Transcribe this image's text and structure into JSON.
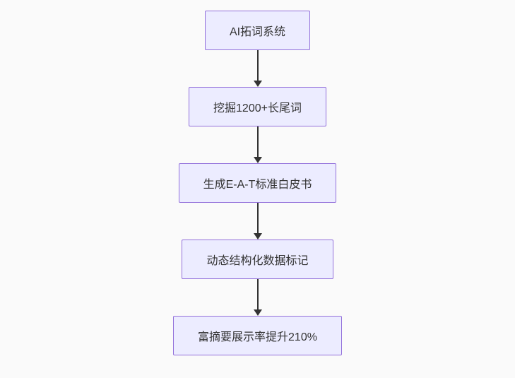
{
  "flowchart": {
    "type": "vertical-flowchart",
    "nodes": [
      {
        "label": "AI拓词系统"
      },
      {
        "label": "挖掘1200+长尾词"
      },
      {
        "label": "生成E-A-T标准白皮书"
      },
      {
        "label": "动态结构化数据标记"
      },
      {
        "label": "富摘要展示率提升210%"
      }
    ],
    "connectors": [
      {
        "from": 0,
        "to": 1,
        "style": "arrow-down"
      },
      {
        "from": 1,
        "to": 2,
        "style": "arrow-down"
      },
      {
        "from": 2,
        "to": 3,
        "style": "arrow-down"
      },
      {
        "from": 3,
        "to": 4,
        "style": "arrow-down"
      }
    ],
    "colors": {
      "node_fill": "#ECECFF",
      "node_border": "#9370DB",
      "text": "#333333",
      "arrow": "#333333",
      "background": "#fafafa"
    }
  }
}
